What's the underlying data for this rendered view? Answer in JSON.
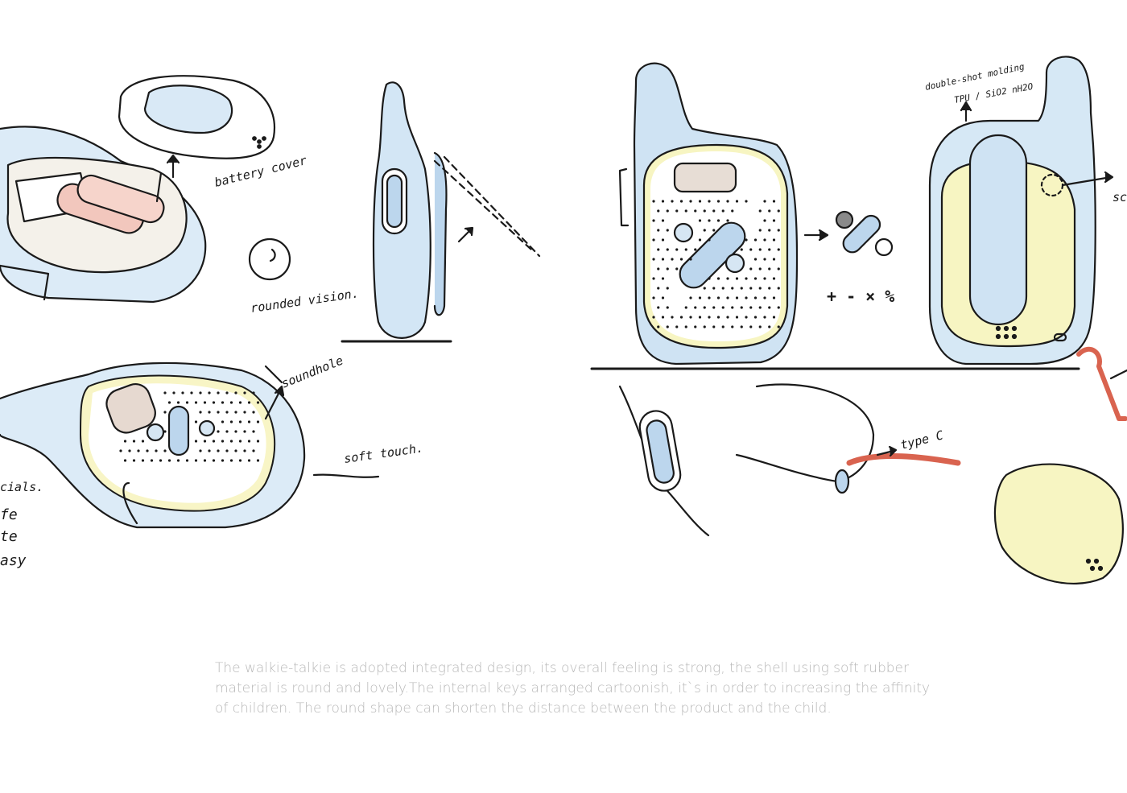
{
  "annotations": {
    "battery_cover": "battery cover",
    "rounded_vision": "rounded vision.",
    "soundhole": "soundhole",
    "soft_touch": "soft touch.",
    "double_shot": "double-shot molding",
    "material": "TPU / SiO2 nH2O",
    "type_c": "type C",
    "symbols": "+ - × %",
    "cut_left_1": "cials.",
    "cut_left_2": "fe",
    "cut_left_3": "te",
    "cut_left_4": "asy",
    "cut_right": "sc"
  },
  "caption": {
    "line1": "The walkie-talkie is adopted integrated design, its overall feeling is strong, the shell using soft rubber",
    "line2": "material is round and lovely.The internal keys arranged cartoonish, it`s in order to increasing the affinity",
    "line3": "of children. The round shape can shorten the distance between the product and the child."
  },
  "colors": {
    "ink": "#1a1a1a",
    "shell_blue": "#cfe3f3",
    "shell_blue_dark": "#8fb8dc",
    "panel_yellow": "#f7f5c2",
    "accent_red": "#d9634f"
  }
}
